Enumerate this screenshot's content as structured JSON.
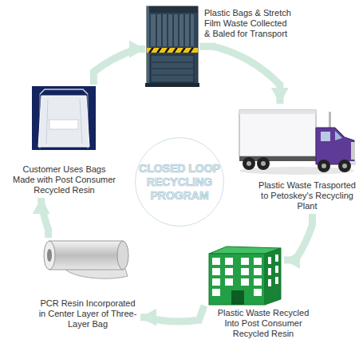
{
  "diagram": {
    "nodes": [
      {
        "text": [
          "Plastic Bags & Stretch Film Waste Collected & Baled for Transport"
        ]
      },
      {
        "text": [
          "Plastic Waste Trasported to Petoskey's Recycling Plant"
        ]
      },
      {
        "text": [
          "Plastic Waste Recycled Into Post Consumer Recycled Resin"
        ]
      },
      {
        "text": [
          "PCR Resin Incorporated in Center Layer of Three-Layer Bag"
        ]
      },
      {
        "text": [
          "Customer Uses Bags Made with Post Consumer Recycled Resin"
        ]
      },
      {
        "text": [
          "CLOSED LOOP RECYCLING PROGRAM"
        ]
      }
    ],
    "edges": [
      {
        "from": 0,
        "to": 1,
        "arrow": "to"
      },
      {
        "from": 1,
        "to": 2,
        "arrow": "to"
      },
      {
        "from": 2,
        "to": 3,
        "arrow": "to"
      },
      {
        "from": 3,
        "to": 4,
        "arrow": "to"
      },
      {
        "from": 4,
        "to": 0,
        "arrow": "to"
      }
    ]
  }
}
